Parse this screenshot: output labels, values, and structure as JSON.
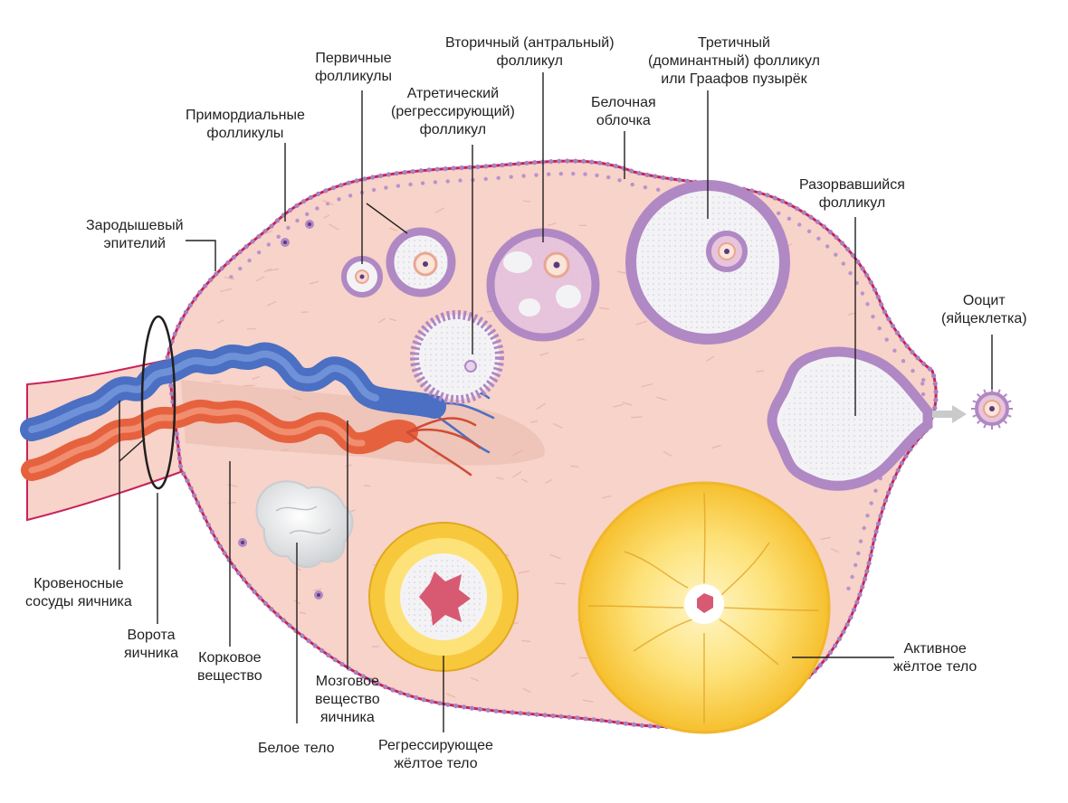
{
  "labels": {
    "primordial": [
      "Примордиальные",
      "фолликулы"
    ],
    "primary": [
      "Первичные",
      "фолликулы"
    ],
    "atretic": [
      "Атретический",
      "(регрессирующий)",
      "фолликул"
    ],
    "secondary": [
      "Вторичный (антральный)",
      "фолликул"
    ],
    "albuginea": [
      "Белочная",
      "облочка"
    ],
    "tertiary": [
      "Третичный",
      "(доминантный) фолликул",
      "или Граафов пузырёк"
    ],
    "ruptured": [
      "Разорвавшийся",
      "фолликул"
    ],
    "oocyte": [
      "Ооцит",
      "(яйцеклетка)"
    ],
    "germinal": [
      "Зародышевый",
      "эпителий"
    ],
    "vessels": [
      "Кровеносные",
      "сосуды яичника"
    ],
    "hilum": [
      "Ворота",
      "яичника"
    ],
    "cortex": [
      "Корковое",
      "вещество"
    ],
    "medulla": [
      "Мозговое",
      "вещество",
      "яичника"
    ],
    "albicans": [
      "Белое тело"
    ],
    "regressing_cl": [
      "Регрессирующее",
      "жёлтое тело"
    ],
    "active_cl": [
      "Активное",
      "жёлтое тело"
    ]
  },
  "colors": {
    "stroma": "#f7d3c9",
    "capsule": "#c8235a",
    "follicle_cells": "#b088c4",
    "antrum": "#f3f3f6",
    "vein": "#4a6fc3",
    "artery": "#e6623f",
    "corpus_luteum": "#f8c83c",
    "corpus_albicans": "#dfe1e3"
  }
}
